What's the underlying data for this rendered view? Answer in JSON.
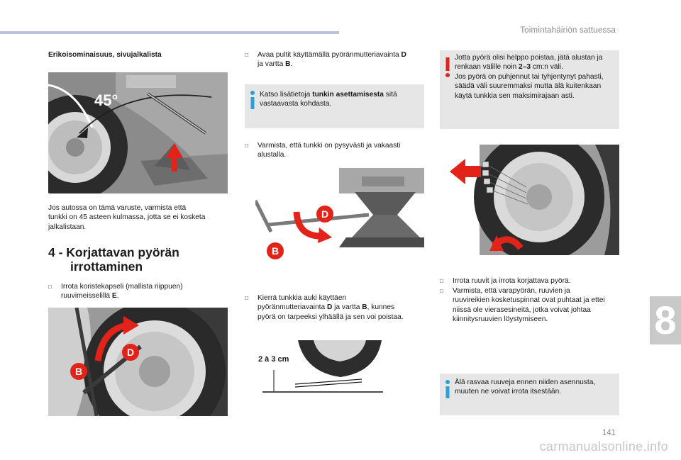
{
  "header": {
    "section_title": "Toimintahäiriön sattuessa"
  },
  "chapter": {
    "number": "8"
  },
  "footer": {
    "page_number": "141",
    "watermark": "carmanualsonline.info"
  },
  "col1": {
    "subheading": "Erikoisominaisuus, sivujalkalista",
    "figure1_angle": "45°",
    "para_lines": [
      "Jos autossa on tämä varuste, varmista että",
      "tunkki on 45 asteen kulmassa, jotta se ei kosketa",
      "jalkalistaan."
    ],
    "heading_line1": "4 - Korjattavan pyörän",
    "heading_line2": "irrottaminen",
    "step_line1": "Irrota koristekapseli (mallista riippuen)",
    "step_line2_prefix": "ruuvimeisselillä ",
    "step_line2_bold": "E",
    "step_line2_suffix": ".",
    "figure2_labels": {
      "d": "D",
      "b": "B"
    }
  },
  "col2": {
    "step1_line1_prefix": "Avaa pultit käyttämällä pyöränmutteriavainta ",
    "step1_line1_bold": "D",
    "step1_line2_prefix": "ja vartta ",
    "step1_line2_bold": "B",
    "step1_line2_suffix": ".",
    "info_line1_prefix": "Katso lisätietoja ",
    "info_line1_bold": "tunkin asettamisesta",
    "info_line1_suffix": " sitä",
    "info_line2": "vastaavasta kohdasta.",
    "step2_line1": "Varmista, että tunkki on pysyvästi ja vakaasti",
    "step2_line2": "alustalla.",
    "figure3_labels": {
      "d": "D",
      "b": "B"
    },
    "step3_line1": "Kierrä tunkkia auki käyttäen",
    "step3_line2_a": "pyöränmutteriavainta ",
    "step3_line2_b": "D",
    "step3_line2_c": " ja vartta ",
    "step3_line2_d": "B",
    "step3_line2_e": ", kunnes",
    "step3_line3": "pyörä on tarpeeksi ylhäällä ja sen voi poistaa.",
    "figure4_gap": "2 à 3 cm"
  },
  "col3": {
    "warn_line1": "Jotta pyörä olisi helppo poistaa, jätä alustan ja",
    "warn_line2_prefix": "renkaan välille noin ",
    "warn_line2_bold": "2–3",
    "warn_line2_suffix": " cm:n väli.",
    "warn_line3": "Jos pyörä on puhjennut tai tyhjentynyt pahasti,",
    "warn_line4": "säädä väli suuremmaksi mutta älä kuitenkaan",
    "warn_line5": "käytä tunkkia sen maksimirajaan asti.",
    "step1": "Irrota ruuvit ja irrota korjattava pyörä.",
    "step2_line1": "Varmista, että varapyörän, ruuvien ja",
    "step2_line2": "ruuvireikien kosketuspinnat ovat puhtaat ja ettei",
    "step2_line3": "niissä ole vierasesineitä, jotka voivat johtaa",
    "step2_line4": "kiinnitysruuvien löystymiseen.",
    "info_line1": "Älä rasvaa ruuveja ennen niiden asennusta,",
    "info_line2": "muuten ne voivat irrota itsestään."
  },
  "colors": {
    "accent_red": "#e2231a",
    "info_blue": "#2a9fd8",
    "box_grey": "#e6e6e6",
    "header_bar": "#b9c4dc"
  },
  "icons": {
    "bullet": "square-bullet-icon",
    "info": "info-icon",
    "warning": "warning-icon"
  }
}
